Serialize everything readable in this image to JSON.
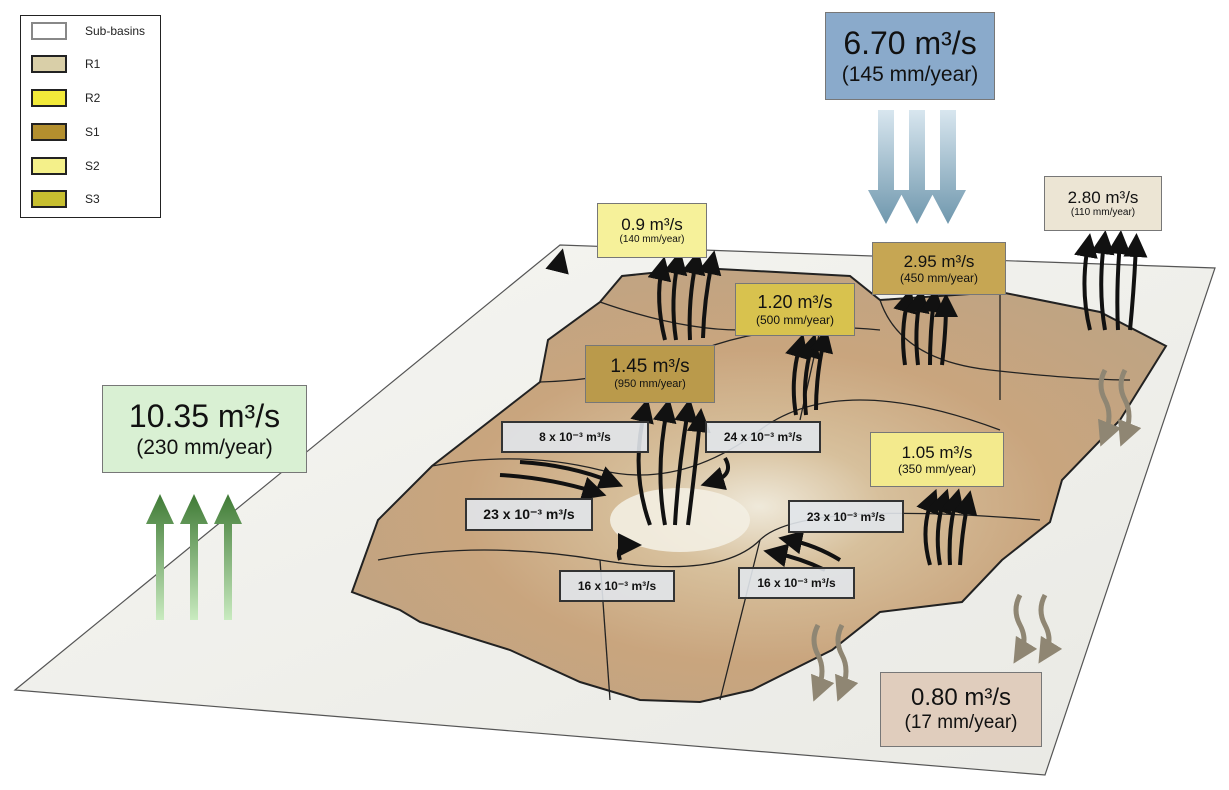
{
  "legend": {
    "items": [
      {
        "label": "Sub-basins",
        "color": "#ffffff"
      },
      {
        "label": "R1",
        "color": "#d9cfa8"
      },
      {
        "label": "R2",
        "color": "#f2ea3a"
      },
      {
        "label": "S1",
        "color": "#b38f2e"
      },
      {
        "label": "S2",
        "color": "#f4f08a"
      },
      {
        "label": "S3",
        "color": "#c7bf30"
      }
    ]
  },
  "flows": {
    "inflow_top": {
      "value": "6.70 m³/s",
      "sub": "(145 mm/year)",
      "color": "#8aaacb"
    },
    "total_et": {
      "value": "10.35 m³/s",
      "sub": "(230 mm/year)",
      "color": "#d9f0d3"
    },
    "et_r2": {
      "value": "0.9 m³/s",
      "sub": "(140 mm/year)",
      "color": "#f6f19a"
    },
    "et_r1": {
      "value": "2.80 m³/s",
      "sub": "(110 mm/year)",
      "color": "#ece5d4"
    },
    "et_s1_top": {
      "value": "2.95 m³/s",
      "sub": "(450 mm/year)",
      "color": "#c6a653"
    },
    "et_s3": {
      "value": "1.20 m³/s",
      "sub": "(500 mm/year)",
      "color": "#d8c24e"
    },
    "et_s1_center": {
      "value": "1.45 m³/s",
      "sub": "(950 mm/year)",
      "color": "#ba9a4b"
    },
    "et_s2": {
      "value": "1.05 m³/s",
      "sub": "(350 mm/year)",
      "color": "#f3ea8d"
    },
    "outflow": {
      "value": "0.80 m³/s",
      "sub": "(17 mm/year)",
      "color": "#e0cdbd"
    }
  },
  "lateral_flows": [
    {
      "label": "8 x 10⁻³ m³/s"
    },
    {
      "label": "24 x 10⁻³ m³/s"
    },
    {
      "label": "23 x 10⁻³ m³/s"
    },
    {
      "label": "23 x 10⁻³ m³/s"
    },
    {
      "label": "16 x 10⁻³ m³/s"
    },
    {
      "label": "16 x 10⁻³ m³/s"
    }
  ]
}
